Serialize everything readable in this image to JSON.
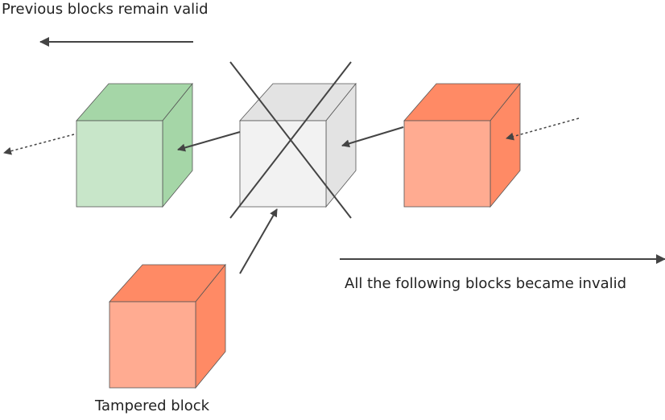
{
  "labels": {
    "previous": "Previous blocks remain valid",
    "following": "All the following blocks became invalid",
    "tampered": "Tampered block"
  },
  "colors": {
    "valid_front": "#c8e6c9",
    "valid_top": "#a5d6a7",
    "valid_side": "#a5d6a7",
    "invalidated_front": "#f2f2f2",
    "invalidated_top": "#e3e3e3",
    "invalidated_side": "#e3e3e3",
    "tampered_front": "#ffab91",
    "tampered_top": "#ff8a65",
    "tampered_side": "#ff8a65",
    "arrow": "#444444",
    "cube_edge": "#555555"
  },
  "blocks": [
    {
      "role": "valid",
      "state": "valid"
    },
    {
      "role": "tampered-original",
      "state": "crossed-out"
    },
    {
      "role": "following",
      "state": "invalid"
    },
    {
      "role": "tampered",
      "state": "replacement"
    }
  ]
}
